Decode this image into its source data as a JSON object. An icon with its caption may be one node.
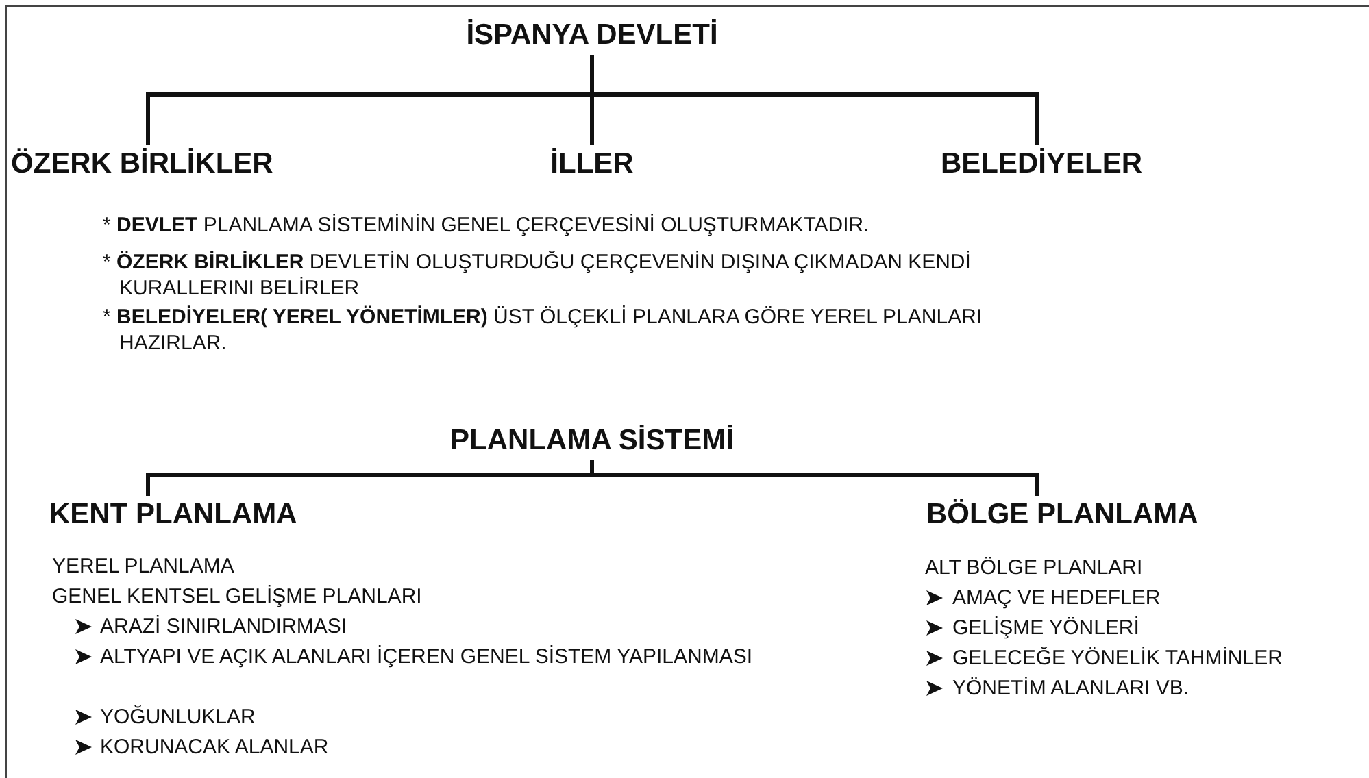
{
  "diagram": {
    "nodes": [
      {
        "text": [
          "İSPANYA DEVLETİ"
        ]
      },
      {
        "text": [
          "ÖZERK BİRLİKLER"
        ]
      },
      {
        "text": [
          "İLLER"
        ]
      },
      {
        "text": [
          "BELEDİYELER"
        ]
      },
      {
        "text": [
          "PLANLAMA SİSTEMİ"
        ]
      },
      {
        "text": [
          "KENT PLANLAMA"
        ]
      },
      {
        "text": [
          "BÖLGE PLANLAMA"
        ]
      }
    ],
    "edges": [
      {
        "from": 0,
        "to": 1,
        "arrow": "none"
      },
      {
        "from": 0,
        "to": 2,
        "arrow": "none"
      },
      {
        "from": 0,
        "to": 3,
        "arrow": "none"
      },
      {
        "from": 4,
        "to": 5,
        "arrow": "none"
      },
      {
        "from": 4,
        "to": 6,
        "arrow": "none"
      }
    ],
    "labels": [
      "* **DEVLET** PLANLAMA SİSTEMİNİN GENEL ÇERÇEVESİNİ OLUŞTURMAKTADIR.",
      "* **ÖZERK BİRLİKLER** DEVLETİN OLUŞTURDUĞU ÇERÇEVENİN DIŞINA ÇIKMADAN KENDİ KURALLERINI BELİRLER",
      "* **BELEDİYELER( YEREL YÖNETİMLER)** ÜST ÖLÇEKLİ PLANLARA GÖRE YEREL PLANLARI HAZIRLAR.",
      "YEREL PLANLAMA",
      "GENEL KENTSEL GELİŞME PLANLARI",
      "ARAZİ SINIRLANDIRMASI",
      "ALTYAPI VE AÇIK ALANLARI İÇEREN GENEL SİSTEM YAPILANMASI",
      "YOĞUNLUKLAR",
      "KORUNACAK ALANLAR",
      "ALT BÖLGE PLANLARI",
      "AMAÇ VE HEDEFLER",
      "GELİŞME YÖNLERİ",
      "GELECEĞE YÖNELİK TAHMİNLER",
      "YÖNETİM ALANLARI VB."
    ]
  }
}
